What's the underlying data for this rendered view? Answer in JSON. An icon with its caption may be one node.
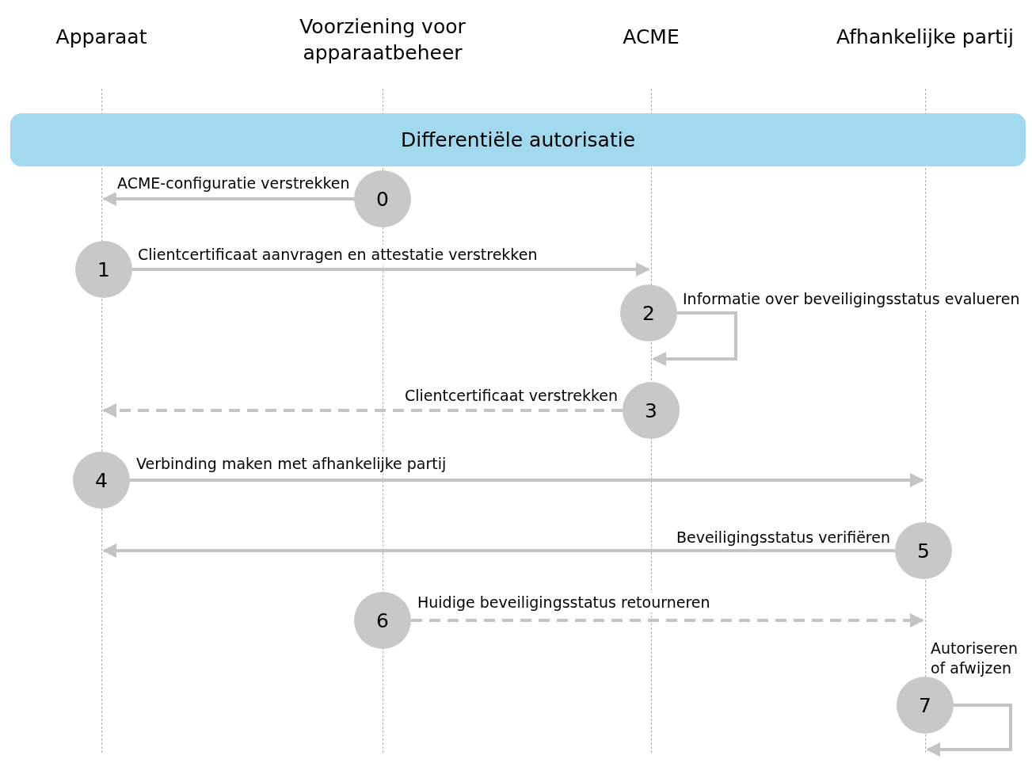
{
  "diagram": {
    "nodes": [
      {
        "text": [
          "Apparaat"
        ]
      },
      {
        "text": [
          "Voorziening voor apparaatbeheer"
        ]
      },
      {
        "text": [
          "ACME"
        ]
      },
      {
        "text": [
          "Afhankelijke partij"
        ]
      },
      {
        "text": [],
        "shape": "line"
      },
      {
        "text": [],
        "shape": "line"
      },
      {
        "text": [],
        "shape": "line"
      },
      {
        "text": [],
        "shape": "line"
      },
      {
        "text": [
          "Differentiële autorisatie"
        ]
      },
      {
        "text": [
          "0"
        ]
      },
      {
        "text": [
          "1"
        ]
      },
      {
        "text": [
          "2"
        ]
      },
      {
        "text": [
          "3"
        ]
      },
      {
        "text": [
          "4"
        ]
      },
      {
        "text": [
          "5"
        ]
      },
      {
        "text": [
          "6"
        ]
      },
      {
        "text": [
          "7"
        ]
      }
    ],
    "edges": [
      {
        "from": 9,
        "to": 4,
        "arrow": "to",
        "label": "ACME-configuratie verstrekken"
      },
      {
        "from": 10,
        "to": 6,
        "arrow": "to",
        "label": "Clientcertificaat aanvragen en attestatie verstrekken"
      },
      {
        "from": 11,
        "to": 6,
        "arrow": "to",
        "label": "Informatie over beveiligingsstatus evalueren"
      },
      {
        "from": 12,
        "to": 4,
        "arrow": "to",
        "label": "Clientcertificaat verstrekken",
        "style": "dashed"
      },
      {
        "from": 13,
        "to": 7,
        "arrow": "to",
        "label": "Verbinding maken met afhankelijke partij"
      },
      {
        "from": 14,
        "to": 4,
        "arrow": "to",
        "label": "Beveiligingsstatus verifiëren"
      },
      {
        "from": 15,
        "to": 7,
        "arrow": "to",
        "label": "Huidige beveiligingsstatus retourneren",
        "style": "dashed"
      },
      {
        "from": 16,
        "to": 7,
        "arrow": "to",
        "label": "Autoriseren of afwijzen"
      }
    ]
  }
}
